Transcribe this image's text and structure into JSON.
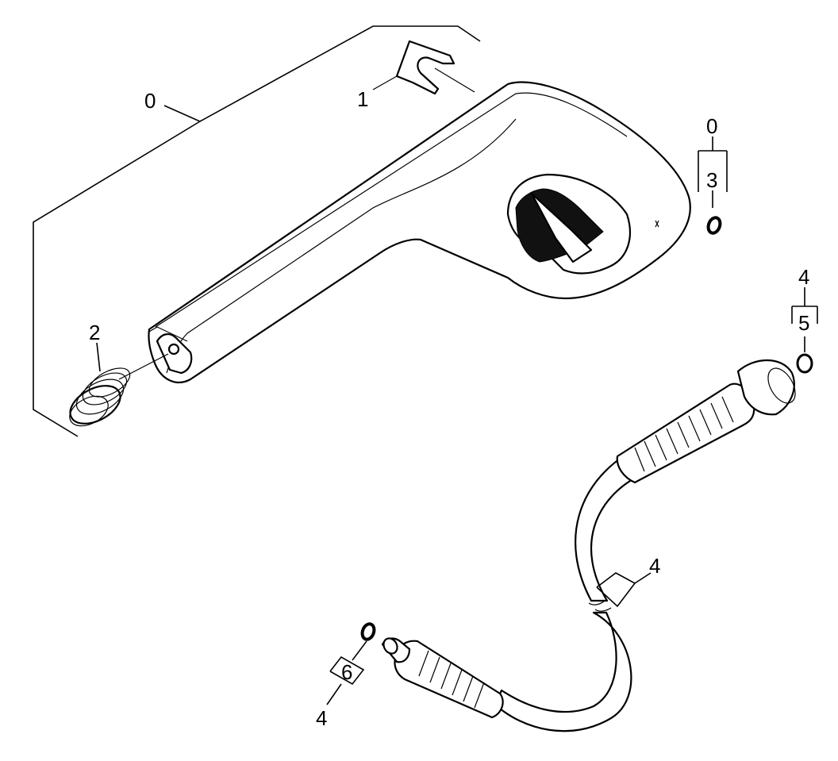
{
  "labels": {
    "kit_main": "0",
    "clip": "1",
    "spring": "2",
    "kit_seal": "0",
    "seal_top": "3",
    "hose_kit_top": "4",
    "oring_right": "5",
    "hose": "4",
    "oring_bottom": "6",
    "hose_kit_bottom": "4"
  }
}
